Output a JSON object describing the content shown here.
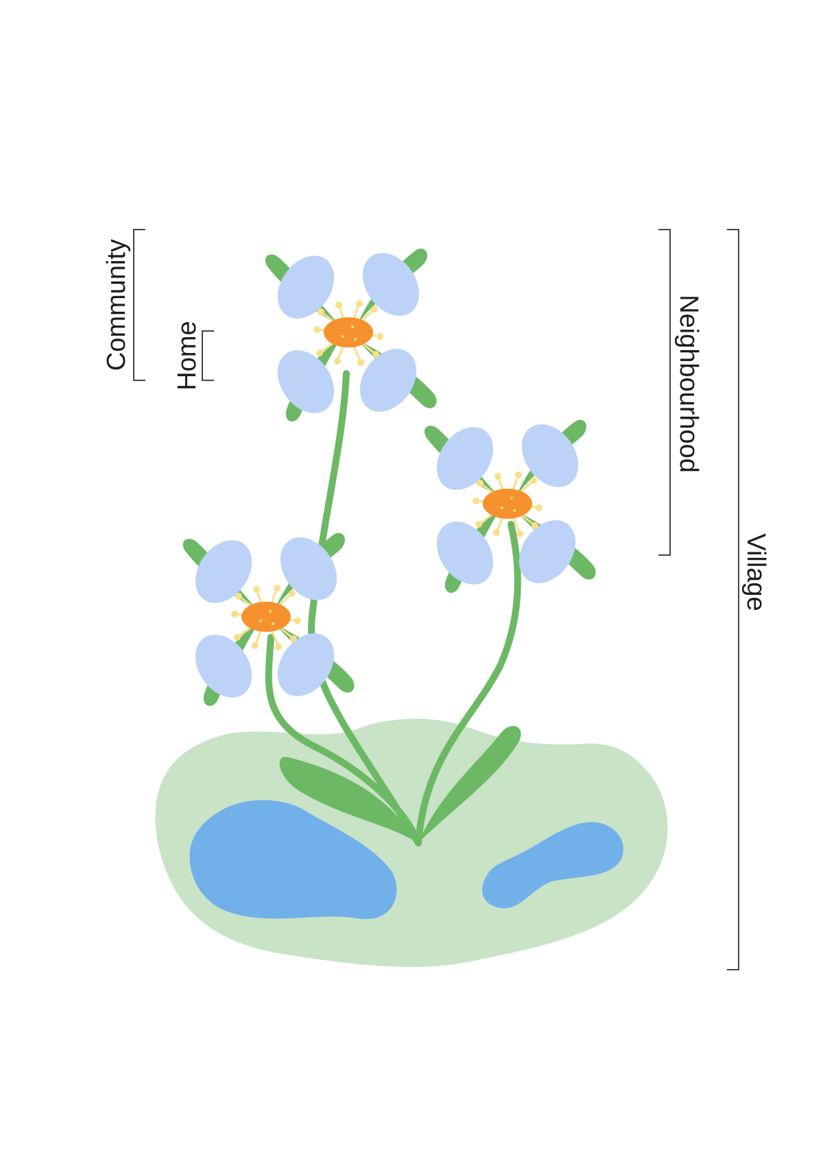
{
  "labels": {
    "community": "Community",
    "home": "Home",
    "neighbourhood": "Neighbourhood",
    "village": "Village"
  },
  "colors": {
    "background": "#ffffff",
    "ground": "#c8e3c6",
    "pond": "#72b0ea",
    "stem_leaf": "#6db865",
    "petal": "#bcd3f7",
    "flower_center": "#f6922e",
    "stamen": "#f7e08a",
    "bracket_line": "#444444",
    "label_text": "#1c1c1c"
  },
  "illustration": {
    "flowers": 3,
    "ponds": 2,
    "icons": [
      "flower-icon",
      "flower-icon",
      "flower-icon",
      "pond-icon",
      "pond-icon",
      "ground-patch-icon"
    ]
  }
}
